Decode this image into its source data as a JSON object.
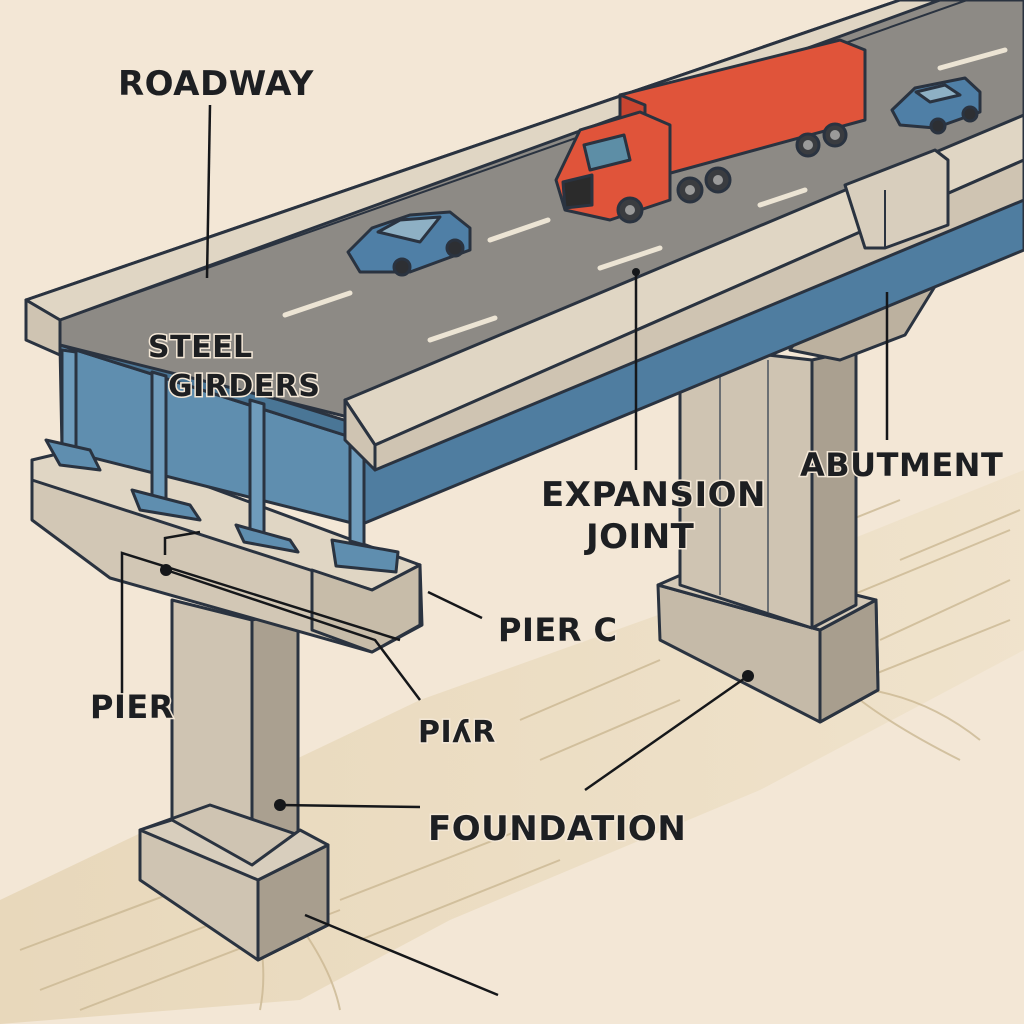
{
  "diagram": {
    "subject": "Highway bridge structure",
    "colors": {
      "background": "#f3e7d6",
      "concrete": "#cfc4b2",
      "concrete_shadow": "#a89e8e",
      "roadway": "#8d8a85",
      "steel": "#5f8eaf",
      "steel_dark": "#3e6b8c",
      "truck": "#e0543a",
      "car": "#4f7fa6",
      "outline": "#2a3340",
      "ground": "#e2d2b4"
    },
    "labels": {
      "roadway": "ROADWAY",
      "steel_girders_line1": "STEEL",
      "steel_girders_line2": "GIRDERS",
      "expansion_joint_line1": "EXPANSION",
      "expansion_joint_line2": "JOINT",
      "abutment": "ABUTMENT",
      "pier_c": "PIER C",
      "pier": "PIER",
      "piar": "PIʎR",
      "foundation": "FOUNDATION"
    },
    "vehicles": [
      {
        "type": "truck",
        "color": "red"
      },
      {
        "type": "sedan",
        "color": "blue"
      },
      {
        "type": "hatchback",
        "color": "blue"
      }
    ]
  }
}
